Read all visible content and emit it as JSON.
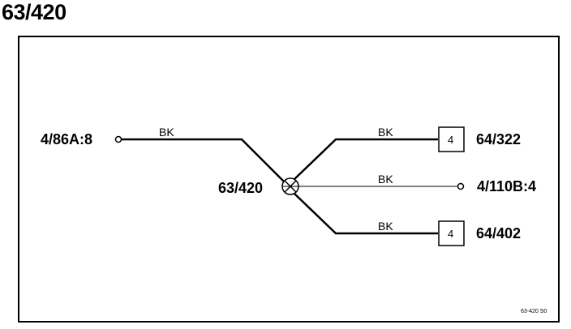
{
  "title": "63/420",
  "splice": {
    "label": "63/420"
  },
  "left_terminal": {
    "label": "4/86A:8",
    "wire_color": "BK"
  },
  "branches": {
    "top": {
      "label": "64/322",
      "connector_number": "4",
      "wire_color": "BK"
    },
    "middle": {
      "label": "4/110B:4",
      "wire_color": "BK"
    },
    "bottom": {
      "label": "64/402",
      "connector_number": "4",
      "wire_color": "BK"
    }
  },
  "diagram_ref": "63-420 S0"
}
